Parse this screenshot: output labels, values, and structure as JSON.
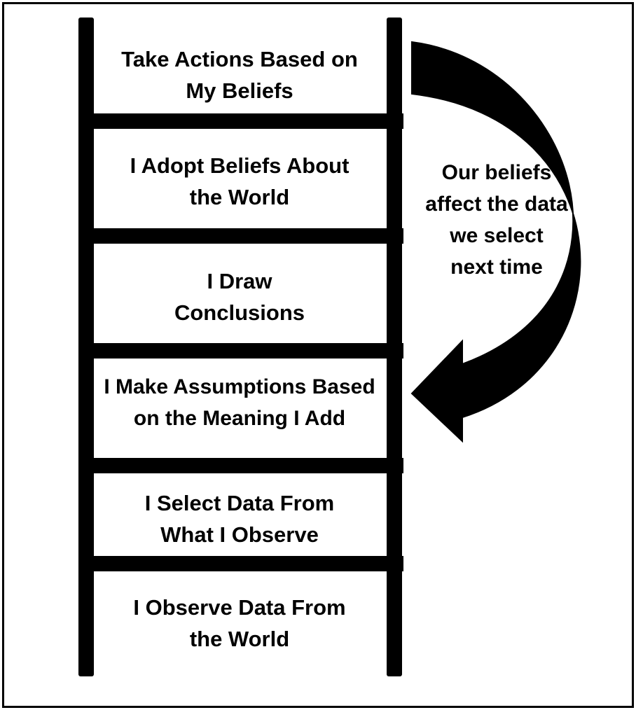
{
  "diagram": {
    "ladder_steps": [
      "Take Actions Based on\nMy Beliefs",
      "I Adopt Beliefs About\nthe World",
      "I Draw\nConclusions",
      "I Make Assumptions Based\non the Meaning I Add",
      "I Select Data From\nWhat I  Observe",
      "I Observe Data From\nthe World"
    ],
    "arrow_label": "Our beliefs\naffect the data\nwe select\nnext time",
    "colors": {
      "ink": "#000000",
      "background": "#ffffff"
    }
  }
}
